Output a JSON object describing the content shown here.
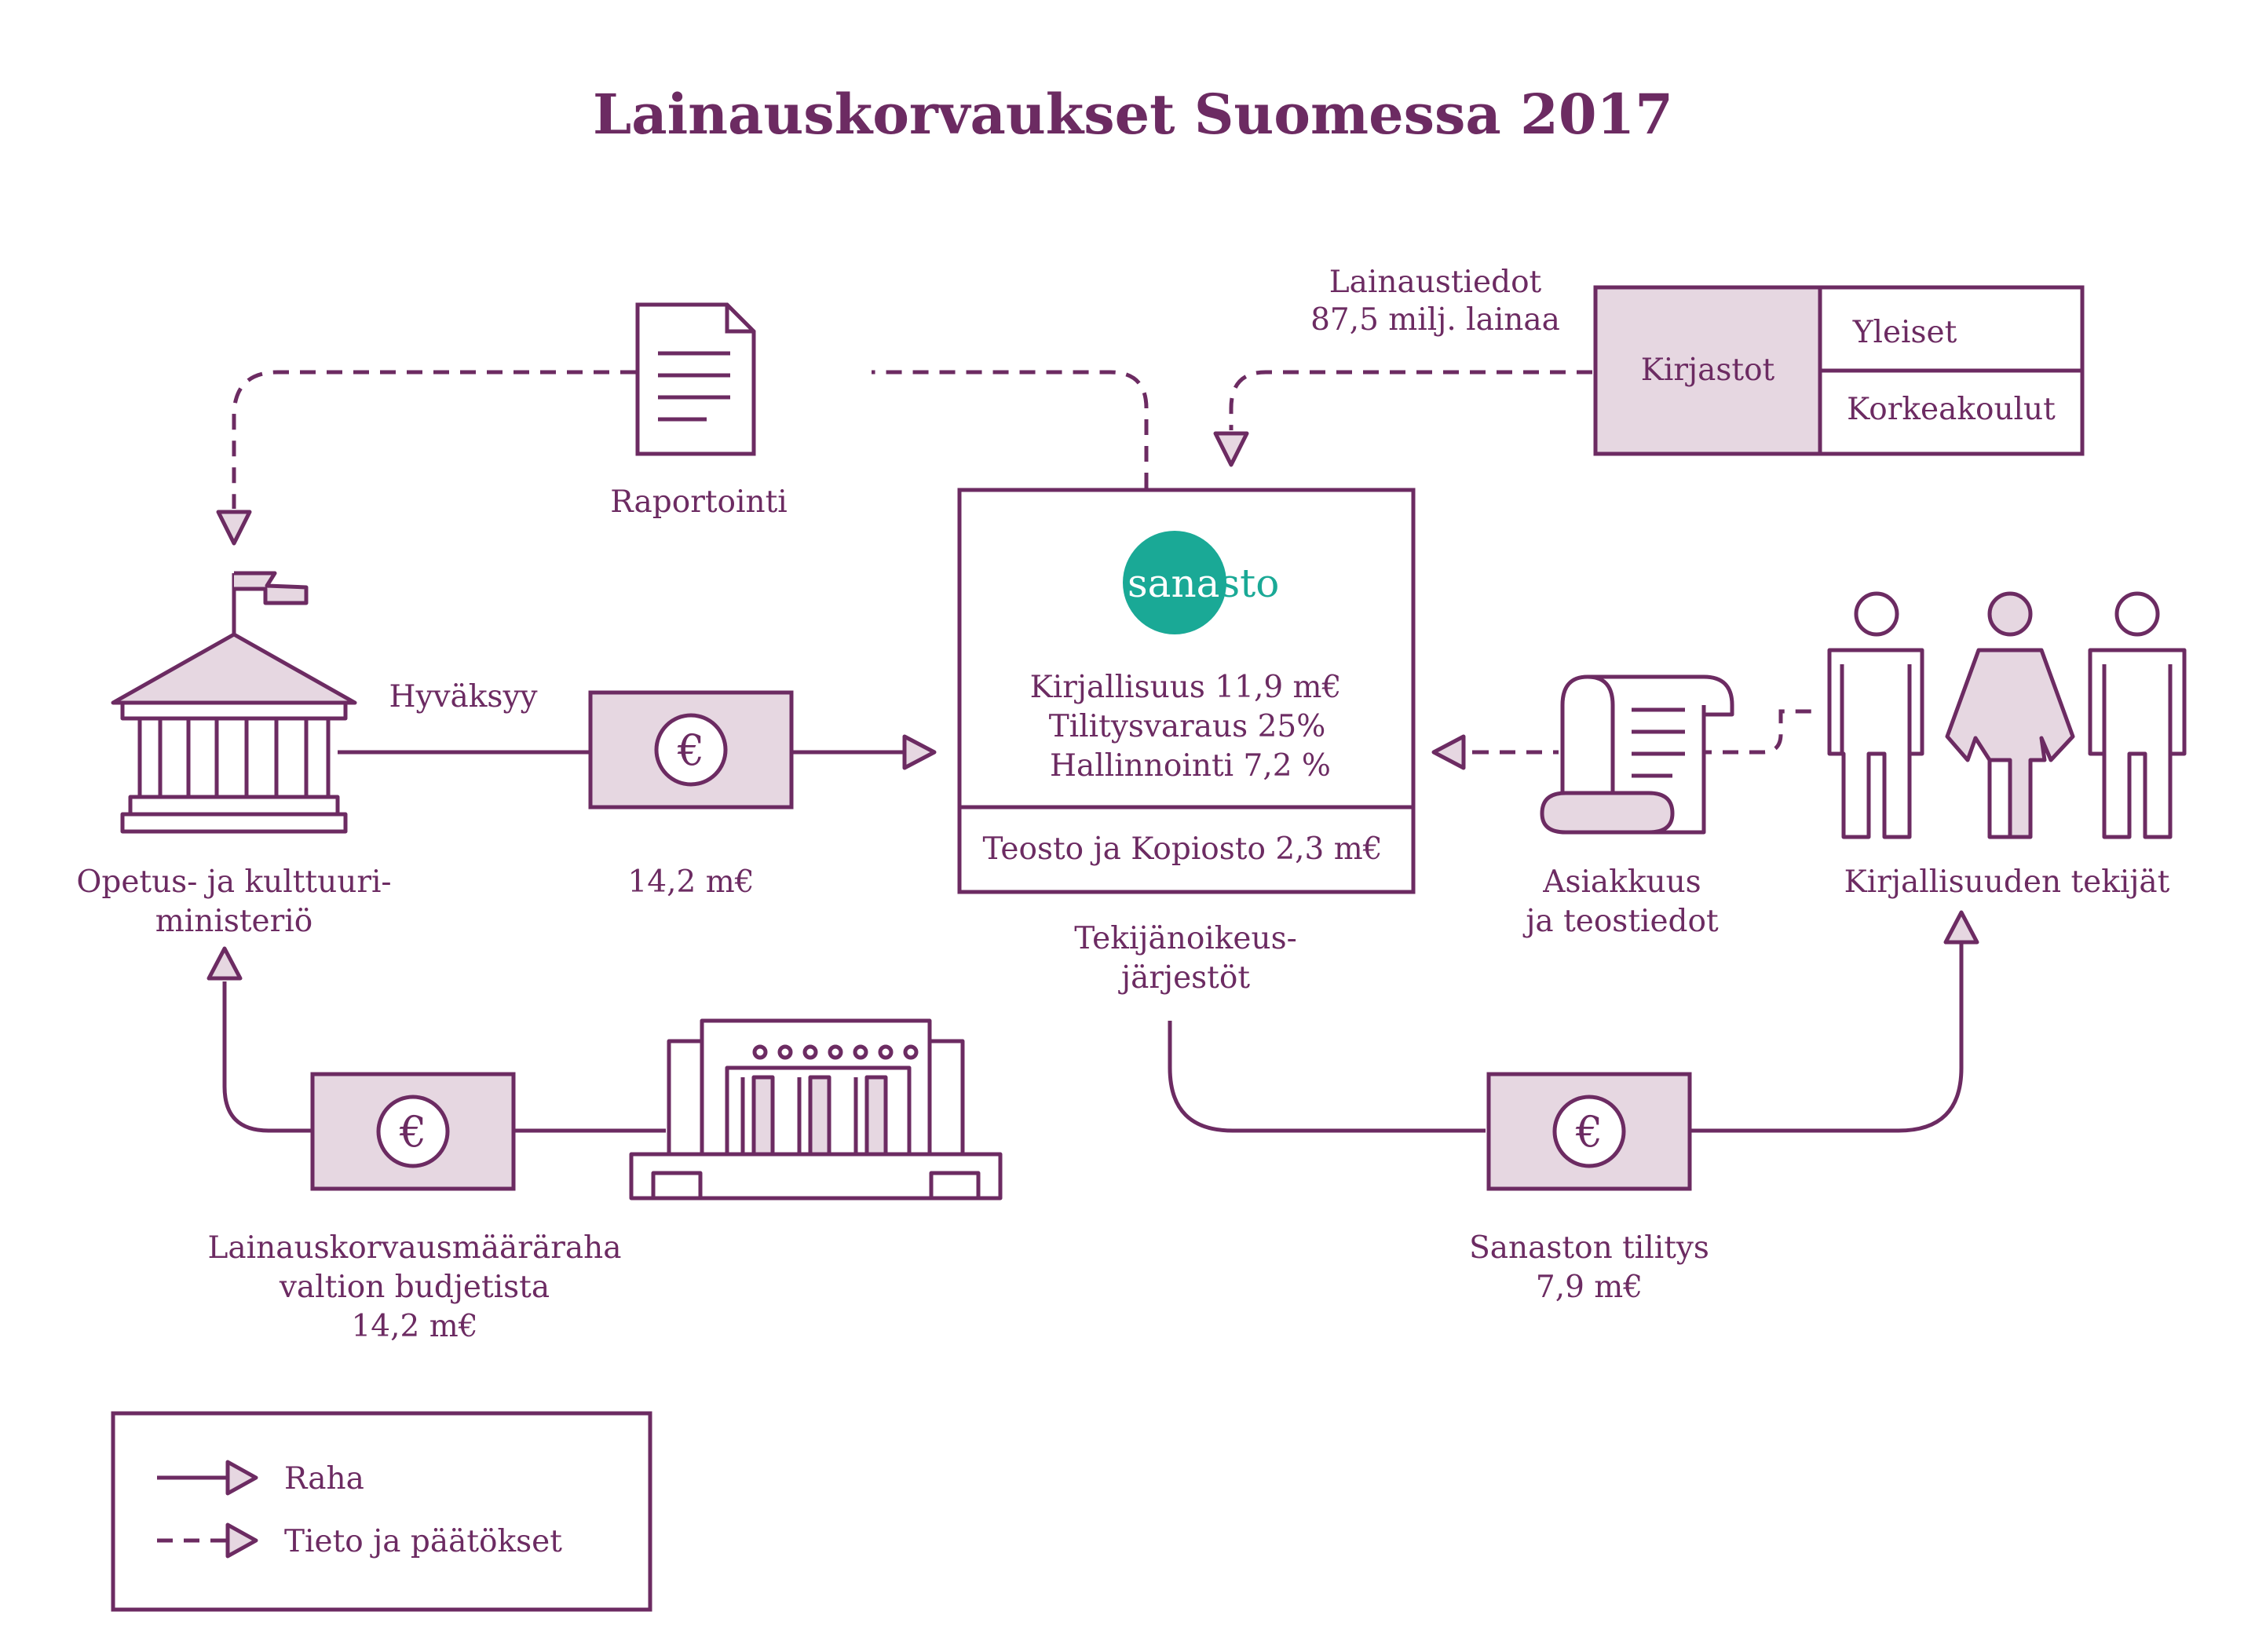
{
  "title": "Lainauskorvaukset Suomessa 2017",
  "colors": {
    "primary": "#6c2b62",
    "fill": "#e6d7e1",
    "logo": "#1aa996"
  },
  "reporting": {
    "label": "Raportointi",
    "icon": "document-icon"
  },
  "loan_data": {
    "line1": "Lainaustiedot",
    "line2": "87,5 milj. lainaa"
  },
  "libraries": {
    "label": "Kirjastot",
    "type1": "Yleiset",
    "type2": "Korkeakoulut"
  },
  "ministry": {
    "line1": "Opetus- ja kulttuuri-",
    "line2": "ministeriö",
    "icon": "ministry-building-icon"
  },
  "approve_label": "Hyväksyy",
  "ministry_payment": {
    "amount": "14,2 m€",
    "icon": "euro-icon"
  },
  "sanasto": {
    "logo_part1": "sana",
    "logo_part2": "sto",
    "lines": [
      "Kirjallisuus 11,9 m€",
      "Tilitysvaraus 25%",
      "Hallinnointi 7,2 %"
    ],
    "bottom": "Teosto ja Kopiosto 2,3 m€",
    "caption1": "Tekijänoikeus-",
    "caption2": "järjestöt"
  },
  "customer_info": {
    "line1": "Asiakkuus",
    "line2": "ja teostiedot",
    "icon": "scroll-icon"
  },
  "authors": {
    "label": "Kirjallisuuden tekijät",
    "icon": "people-icon"
  },
  "budget": {
    "line1": "Lainauskorvausmääräraha",
    "line2": "valtion budjetista",
    "line3": "14,2 m€",
    "icon": "parliament-icon"
  },
  "settlement": {
    "line1": "Sanaston tilitys",
    "line2": "7,9 m€"
  },
  "legend": {
    "money": "Raha",
    "info": "Tieto ja päätökset"
  }
}
